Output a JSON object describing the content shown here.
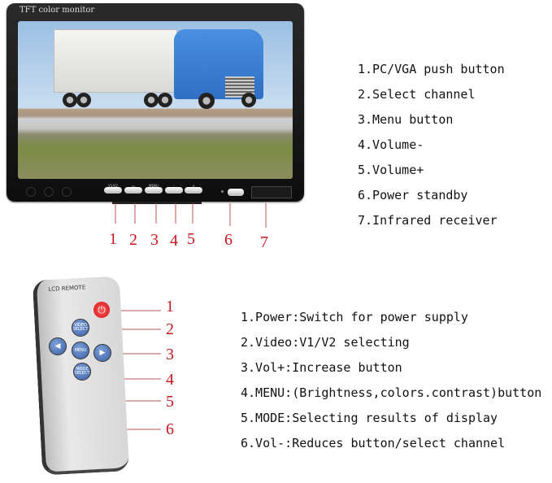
{
  "monitor": {
    "title": "TFT color monitor",
    "buttons": [
      "V1/V2",
      "▭",
      "MENU",
      "-",
      "+"
    ],
    "callouts": [
      "1",
      "2",
      "3",
      "4",
      "5",
      "6",
      "7"
    ],
    "features": [
      "1.PC/VGA push button",
      "2.Select channel",
      "3.Menu button",
      "4.Volume-",
      "5.Volume+",
      "6.Power standby",
      "7.Infrared receiver"
    ]
  },
  "remote": {
    "label": "LCD REMOTE",
    "buttons": {
      "video": "VIDEO SELECT",
      "menu": "MENU",
      "mode": "MODE SELECT"
    },
    "callouts": [
      "1",
      "2",
      "3",
      "4",
      "5",
      "6"
    ],
    "features": [
      "1.Power:Switch for power supply",
      "2.Video:V1/V2 selecting",
      "3.Vol+:Increase button",
      "4.MENU:(Brightness,colors.contrast)button",
      "5.MODE:Selecting results of display",
      "6.Vol-:Reduces button/select channel"
    ]
  },
  "colors": {
    "callout": "#c8161d",
    "power": "#e52222",
    "remote_button": "#3a5fa6"
  }
}
